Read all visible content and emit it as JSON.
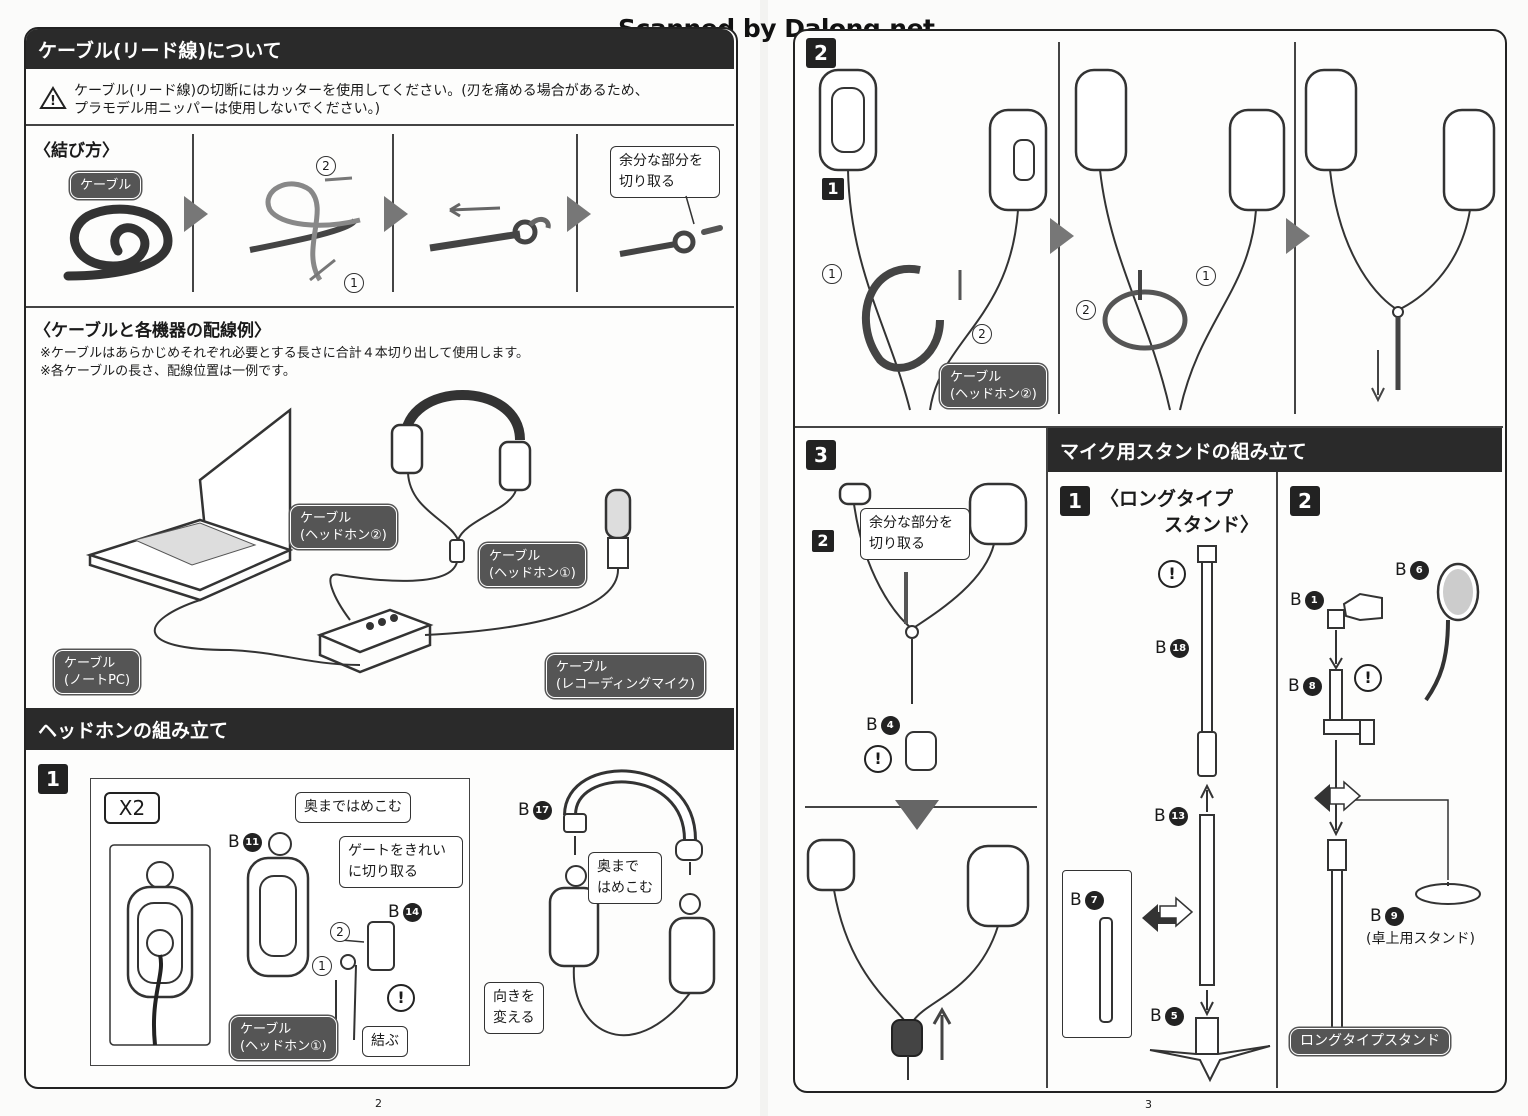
{
  "watermark": "Scanned by Dalong.net",
  "left": {
    "cable_section": {
      "title": "ケーブル(リード線)について",
      "warning_line1": "ケーブル(リード線)の切断にはカッターを使用してください。(刃を痛める場合があるため、",
      "warning_line2": "プラモデル用ニッパーは使用しないでください。)",
      "tie_heading": "〈結び方〉",
      "cable_label": "ケーブル",
      "circle1": "1",
      "circle2": "2",
      "trim_note_line1": "余分な部分を",
      "trim_note_line2": "切り取る"
    },
    "wiring_section": {
      "heading": "〈ケーブルと各機器の配線例〉",
      "note1": "※ケーブルはあらかじめそれぞれ必要とする長さに合計４本切り出して使用します。",
      "note2": "※各ケーブルの長さ、配線位置は一例です。",
      "label_headphone2_l1": "ケーブル",
      "label_headphone2_l2": "(ヘッドホン②)",
      "label_headphone1_l1": "ケーブル",
      "label_headphone1_l2": "(ヘッドホン①)",
      "label_notepc_l1": "ケーブル",
      "label_notepc_l2": "(ノートPC)",
      "label_mic_l1": "ケーブル",
      "label_mic_l2": "(レコーディングマイク)"
    },
    "headphone_section": {
      "title": "ヘッドホンの組み立て",
      "step": "1",
      "x2": "X2",
      "push_label": "奥まではめこむ",
      "gate_line1": "ゲートをきれい",
      "gate_line2": "に切り取る",
      "part_b11_letter": "B",
      "part_b11_num": "11",
      "part_b14_letter": "B",
      "part_b14_num": "14",
      "part_b17_letter": "B",
      "part_b17_num": "17",
      "push2_line1": "奥まで",
      "push2_line2": "はめこむ",
      "cable_l1": "ケーブル",
      "cable_l2": "(ヘッドホン①)",
      "tie_label": "結ぶ",
      "orient_line1": "向きを",
      "orient_line2": "変える",
      "circle1": "1",
      "circle2": "2",
      "warn": "!"
    },
    "page_number": "2"
  },
  "right": {
    "step2": {
      "step": "2",
      "sub1": "1",
      "circle1": "1",
      "circle2": "2",
      "cable_l1": "ケーブル",
      "cable_l2": "(ヘッドホン②)"
    },
    "step3": {
      "step": "3",
      "sub2": "2",
      "trim_line1": "余分な部分を",
      "trim_line2": "切り取る",
      "part_b4_letter": "B",
      "part_b4_num": "4",
      "warn": "!"
    },
    "stand_section": {
      "title": "マイク用スタンドの組み立て",
      "step1": "1",
      "long_line1": "〈ロングタイプ",
      "long_line2": "スタンド〉",
      "b18_letter": "B",
      "b18_num": "18",
      "b13_letter": "B",
      "b13_num": "13",
      "b7_letter": "B",
      "b7_num": "7",
      "b5_letter": "B",
      "b5_num": "5",
      "step2": "2",
      "b6_letter": "B",
      "b6_num": "6",
      "b1_letter": "B",
      "b1_num": "1",
      "b8_letter": "B",
      "b8_num": "8",
      "b9_letter": "B",
      "b9_num": "9",
      "desk_stand": "(卓上用スタンド)",
      "long_stand_label": "ロングタイプスタンド",
      "warn": "!"
    },
    "page_number": "3"
  }
}
